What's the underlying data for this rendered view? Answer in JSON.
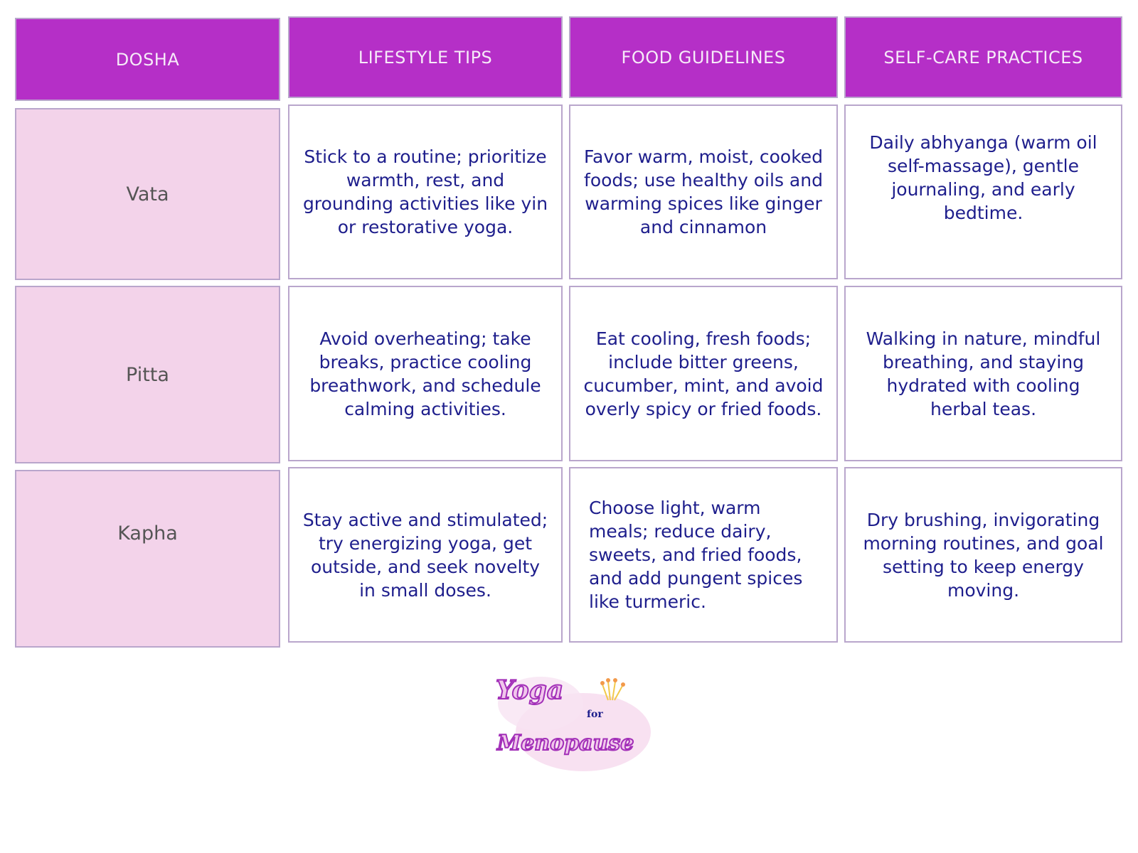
{
  "table": {
    "headers": [
      "DOSHA",
      "LIFESTYLE TIPS",
      "FOOD GUIDELINES",
      "SELF-CARE PRACTICES"
    ],
    "rows": [
      {
        "dosha": "Vata",
        "lifestyle": "Stick to a routine; prioritize warmth, rest, and grounding activities like yin or restorative yoga.",
        "food": "Favor warm, moist, cooked foods; use healthy oils and warming spices like ginger and cinnamon",
        "selfcare": "Daily abhyanga (warm oil self-massage), gentle journaling, and early bedtime."
      },
      {
        "dosha": "Pitta",
        "lifestyle": "Avoid overheating; take breaks, practice cooling breathwork, and schedule calming activities.",
        "food": "Eat cooling, fresh foods; include bitter greens, cucumber, mint, and avoid overly spicy or fried foods.",
        "selfcare": "Walking in nature, mindful breathing, and staying hydrated with cooling herbal teas."
      },
      {
        "dosha": "Kapha",
        "lifestyle": "Stay active and stimulated; try energizing yoga, get outside, and seek novelty in small doses.",
        "food": "Choose light, warm meals; reduce dairy, sweets, and fried foods, and add pungent spices like turmeric.",
        "selfcare": "Dry brushing, invigorating morning routines, and goal setting to keep energy moving."
      }
    ]
  },
  "logo": {
    "line1": "Yoga",
    "line2": "for",
    "line3": "Menopause"
  },
  "colors": {
    "header_bg": "#b52fc7",
    "dosha_bg": "#f3d3ea",
    "body_text": "#1e1e8c",
    "border": "#b9a6cc"
  }
}
